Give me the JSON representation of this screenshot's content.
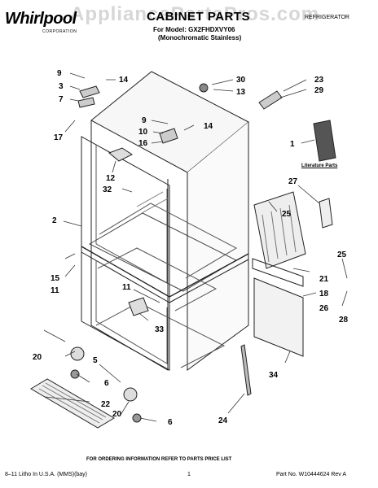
{
  "header": {
    "brand": "Whirlpool",
    "brand_sub": "CORPORATION",
    "title": "CABINET PARTS",
    "model_line": "For Model: GX2FHDXVY06",
    "variant_line": "(Monochromatic Stainless)",
    "category": "REFRIGERATOR"
  },
  "watermark": "AppliancePartsPros.com",
  "literature_label": "Literature Parts",
  "callouts": {
    "c9a": "9",
    "c3": "3",
    "c7": "7",
    "c14a": "14",
    "c17": "17",
    "c30": "30",
    "c13": "13",
    "c23": "23",
    "c29": "29",
    "c9b": "9",
    "c14b": "14",
    "c10": "10",
    "c16": "16",
    "c12": "12",
    "c32": "32",
    "c1": "1",
    "c27": "27",
    "c25a": "25",
    "c2": "2",
    "c25b": "25",
    "c15": "15",
    "c11a": "11",
    "c21": "21",
    "c18": "18",
    "c26": "26",
    "c28": "28",
    "c11b": "11",
    "c33": "33",
    "c20a": "20",
    "c34": "34",
    "c5": "5",
    "c6a": "6",
    "c22": "22",
    "c20b": "20",
    "c24": "24",
    "c6b": "6"
  },
  "footer": {
    "note": "FOR ORDERING INFORMATION REFER TO PARTS PRICE LIST",
    "left": "8–11 Litho In U.S.A. (MMS)(bay)",
    "center": "1",
    "right": "Part No. W10444624 Rev A"
  }
}
